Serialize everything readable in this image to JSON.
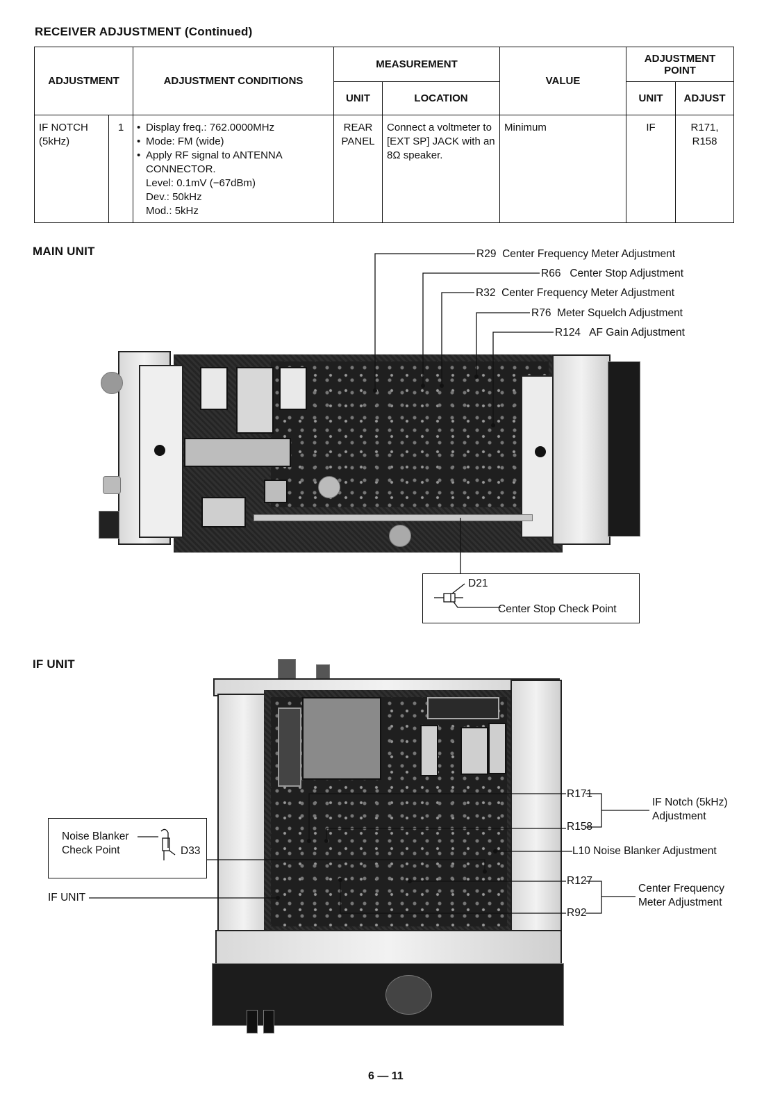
{
  "header": {
    "title": "RECEIVER ADJUSTMENT (Continued)"
  },
  "table": {
    "headers": {
      "adjustment": "ADJUSTMENT",
      "conditions": "ADJUSTMENT CONDITIONS",
      "measurement": "MEASUREMENT",
      "unit": "UNIT",
      "location": "LOCATION",
      "value": "VALUE",
      "adjustment_point": "ADJUSTMENT POINT",
      "ap_unit": "UNIT",
      "ap_adjust": "ADJUST"
    },
    "row": {
      "adjustment": "IF NOTCH\n(5kHz)",
      "step": "1",
      "conditions": [
        "Display freq.: 762.0000MHz",
        "Mode: FM (wide)",
        "Apply RF signal to ANTENNA CONNECTOR.",
        "Level: 0.1mV (−67dBm)",
        "Dev.:  50kHz",
        "Mod.: 5kHz"
      ],
      "unit": "REAR\nPANEL",
      "location": "Connect a voltmeter to [EXT SP] JACK with an 8Ω speaker.",
      "value": "Minimum",
      "ap_unit": "IF",
      "ap_adjust": "R171,\nR158"
    }
  },
  "main_unit": {
    "title": "MAIN UNIT",
    "callouts": [
      {
        "ref": "R29",
        "text": "Center Frequency Meter Adjustment"
      },
      {
        "ref": "R66",
        "text": "Center Stop Adjustment"
      },
      {
        "ref": "R32",
        "text": "Center Frequency Meter Adjustment"
      },
      {
        "ref": "R76",
        "text": "Meter Squelch Adjustment"
      },
      {
        "ref": "R124",
        "text": "AF Gain Adjustment"
      }
    ],
    "check_box": {
      "ref": "D21",
      "text": "Center Stop Check Point"
    }
  },
  "if_unit": {
    "title": "IF UNIT",
    "noise_box": {
      "line1": "Noise Blanker",
      "line2": "Check Point",
      "ref": "D33"
    },
    "side_label": "IF UNIT",
    "refs": {
      "r171": "R171",
      "r158": "R158",
      "l10": "L10",
      "r127": "R127",
      "r92": "R92"
    },
    "notch_label": {
      "line1": "IF Notch (5kHz)",
      "line2": "Adjustment"
    },
    "l10_text": "Noise Blanker Adjustment",
    "cfm_label": {
      "line1": "Center Frequency",
      "line2": "Meter Adjustment"
    }
  },
  "footer": {
    "page": "6 — 11"
  }
}
